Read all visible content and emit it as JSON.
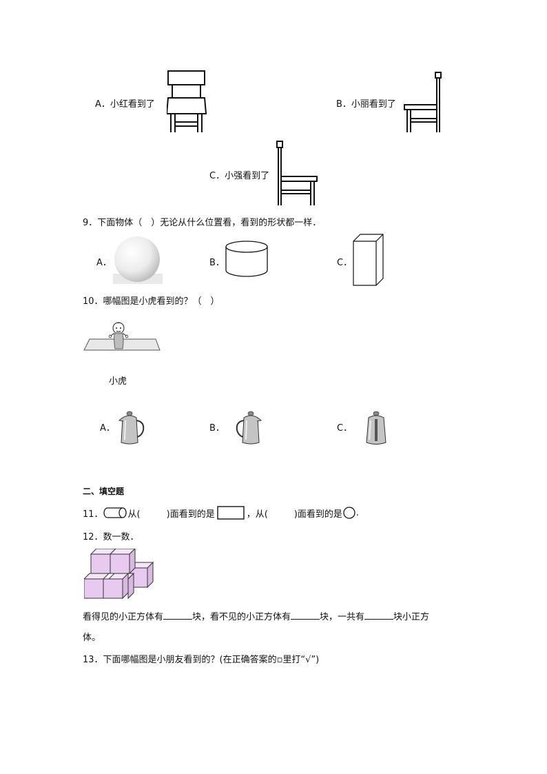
{
  "q8": {
    "optA": "A．小红看到了",
    "optB": "B．小丽看到了",
    "optC": "C．小强看到了"
  },
  "q9": {
    "stem": "9．下面物体（　）无论从什么位置看，看到的形状都一样．",
    "optA": "A．",
    "optB": "B．",
    "optC": "C．"
  },
  "q10": {
    "stem": "10．哪幅图是小虎看到的？（　）",
    "caption": "小虎",
    "optA": "A．",
    "optB": "B．",
    "optC": "C．"
  },
  "section2": {
    "title": "二、填空题"
  },
  "q11": {
    "num": "11．",
    "part1": "从(",
    "part2": ")面看到的是",
    "part3": "，从(",
    "part4": ")面看到的是",
    "part5": "."
  },
  "q12": {
    "stem": "12．数一数．",
    "line1a": "看得见的小正方体有",
    "line1b": "块，看不见的小正方体有",
    "line1c": "块，一共有",
    "line1d": "块小正方",
    "line2": "体。"
  },
  "q13": {
    "stem": "13．下面哪幅图是小朋友看到的？(在正确答案的▫里打“√”)"
  }
}
